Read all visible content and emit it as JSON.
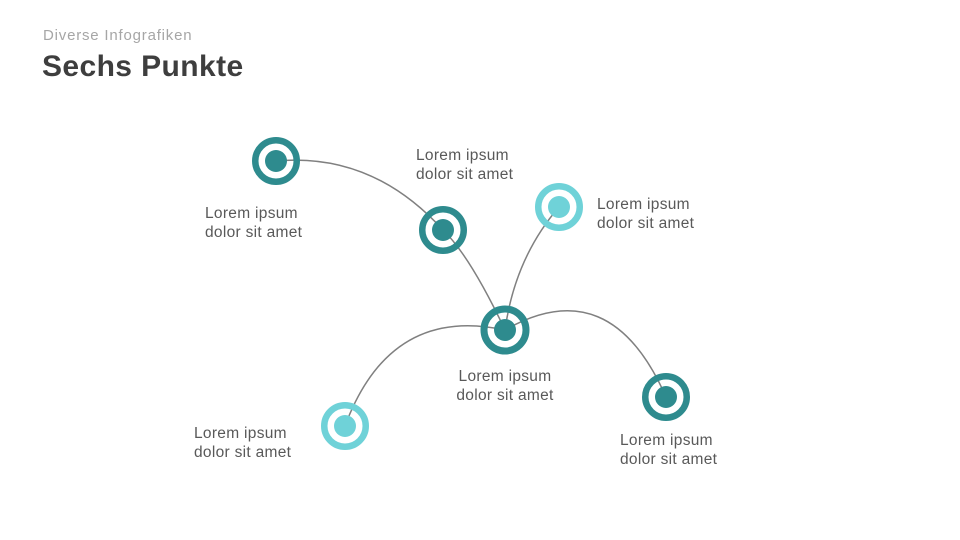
{
  "slide": {
    "eyebrow": "Diverse Infografiken",
    "title": "Sechs Punkte"
  },
  "colors": {
    "teal": "#2E8B8E",
    "light_teal": "#6FD2D8",
    "connector": "#808080",
    "label_text": "#595959",
    "title_text": "#3E3E3E",
    "eyebrow_text": "#A6A6A6",
    "background": "#FFFFFF"
  },
  "nodes": [
    {
      "id": "node-top-left",
      "label": "Lorem ipsum\ndolor sit amet",
      "color": "#2E8B8E"
    },
    {
      "id": "node-upper-middle",
      "label": "Lorem ipsum\ndolor sit amet",
      "color": "#2E8B8E"
    },
    {
      "id": "node-upper-right",
      "label": "Lorem ipsum\ndolor sit amet",
      "color": "#6FD2D8"
    },
    {
      "id": "node-center",
      "label": "Lorem ipsum\ndolor sit amet",
      "color": "#2E8B8E"
    },
    {
      "id": "node-bottom-left",
      "label": "Lorem ipsum\ndolor sit amet",
      "color": "#6FD2D8"
    },
    {
      "id": "node-bottom-right",
      "label": "Lorem ipsum\ndolor sit amet",
      "color": "#2E8B8E"
    }
  ]
}
